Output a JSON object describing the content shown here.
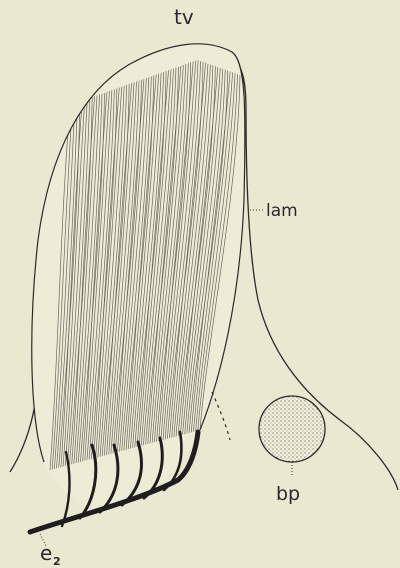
{
  "figure": {
    "labels": {
      "tv": "tv",
      "lam": "lam",
      "bp": "bp",
      "e2_main": "e",
      "e2_sub": "2"
    },
    "colors": {
      "background": "#e8e9d0",
      "ink": "#2a2a2a",
      "fiber": "#3a3a36"
    }
  }
}
